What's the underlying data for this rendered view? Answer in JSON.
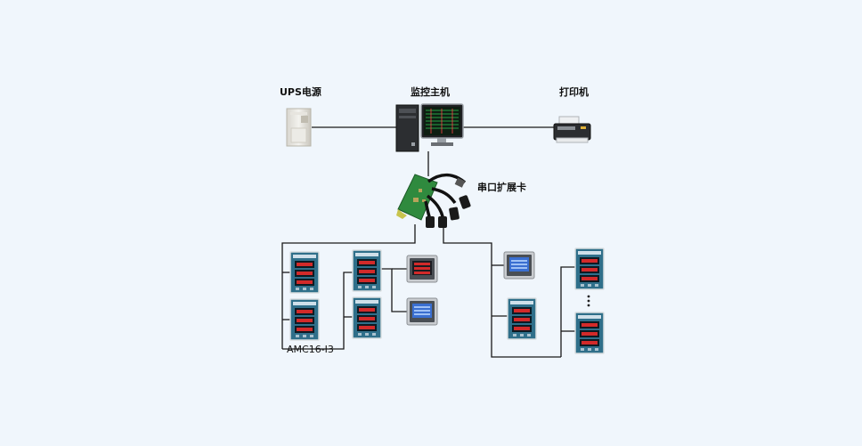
{
  "labels": {
    "ups": "UPS电源",
    "host": "监控主机",
    "printer": "打印机",
    "serial_card": "串口扩展卡",
    "meter_model": "AMC16-I3"
  },
  "colors": {
    "background": "#f0f6fc",
    "line": "#1a1a1a",
    "meter_body": "#2f6f8a",
    "meter_digits": "#d22a2a",
    "lcd_screen": "#3a6fd1"
  },
  "icons": {
    "ups": "ups-cabinet-icon",
    "host": "desktop-computer-icon",
    "printer": "printer-icon",
    "serial_card": "serial-expansion-card-icon",
    "meter": "power-meter-icon",
    "lcd_meter": "lcd-meter-icon",
    "ellipsis": "vertical-ellipsis"
  }
}
